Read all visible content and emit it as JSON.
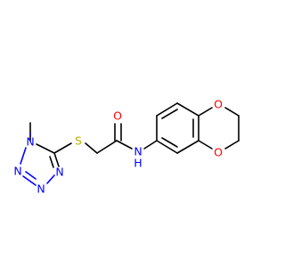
{
  "atoms": {
    "methyl_c": {
      "label": "",
      "color": "#000000"
    },
    "n1": {
      "label": "N",
      "color": "#0000ff"
    },
    "n2": {
      "label": "N",
      "color": "#0000ff"
    },
    "n3": {
      "label": "N",
      "color": "#0000ff"
    },
    "n4": {
      "label": "N",
      "color": "#0000ff"
    },
    "c5": {
      "label": "",
      "color": "#000000"
    },
    "s": {
      "label": "S",
      "color": "#b3b300"
    },
    "ch2": {
      "label": "",
      "color": "#000000"
    },
    "carbonyl_c": {
      "label": "",
      "color": "#000000"
    },
    "carbonyl_o": {
      "label": "O",
      "color": "#ff0000"
    },
    "amide_n": {
      "label": "N",
      "color": "#0000ff"
    },
    "amide_h": {
      "label": "H",
      "color": "#0000ff"
    },
    "ether_o1": {
      "label": "O",
      "color": "#ff0000"
    },
    "ether_o2": {
      "label": "O",
      "color": "#ff0000"
    }
  }
}
